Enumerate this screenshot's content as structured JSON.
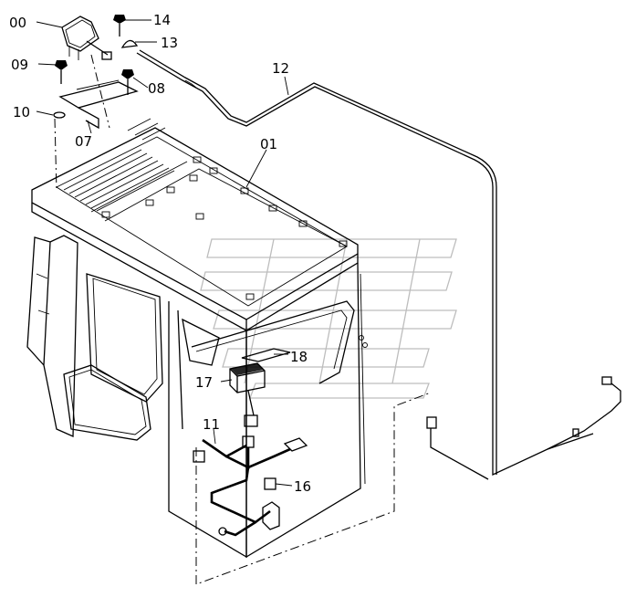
{
  "parts": [
    {
      "id": "p00",
      "label": "00"
    },
    {
      "id": "p01",
      "label": "01"
    },
    {
      "id": "p07",
      "label": "07"
    },
    {
      "id": "p08",
      "label": "08"
    },
    {
      "id": "p09",
      "label": "09"
    },
    {
      "id": "p10",
      "label": "10"
    },
    {
      "id": "p11",
      "label": "11"
    },
    {
      "id": "p12",
      "label": "12"
    },
    {
      "id": "p13",
      "label": "13"
    },
    {
      "id": "p14",
      "label": "14"
    },
    {
      "id": "p16",
      "label": "16"
    },
    {
      "id": "p17",
      "label": "17"
    },
    {
      "id": "p18",
      "label": "18"
    }
  ]
}
